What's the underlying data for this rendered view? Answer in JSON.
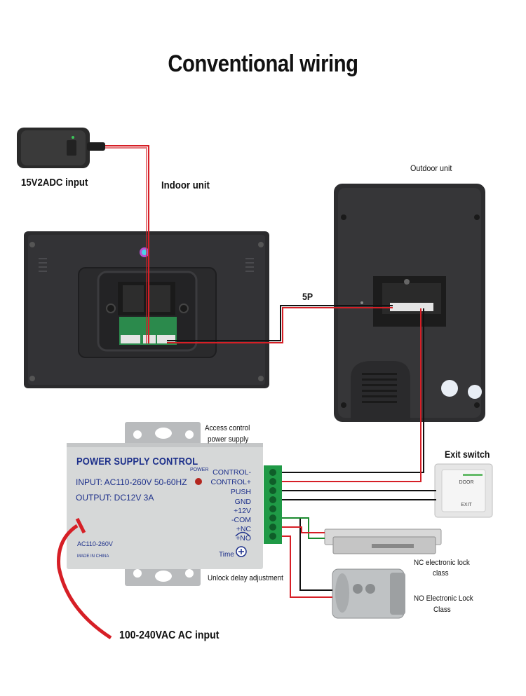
{
  "title": "Conventional wiring",
  "labels": {
    "adapter": "15V2ADC input",
    "indoor_unit": "Indoor unit",
    "outdoor_unit": "Outdoor unit",
    "cable_5p": "5P",
    "access_control_line1": "Access control",
    "access_control_line2": "power supply",
    "exit_switch": "Exit switch",
    "unlock_delay": "Unlock delay adjustment",
    "nc_lock_line1": "NC electronic lock",
    "nc_lock_line2": "class",
    "no_lock_line1": "NO Electronic Lock",
    "no_lock_line2": "Class",
    "ac_input": "100-240VAC AC input"
  },
  "psu": {
    "title": "POWER SUPPLY CONTROL",
    "input": "INPUT: AC110-260V 50-60HZ",
    "output": "OUTPUT: DC12V  3A",
    "power_led": "POWER",
    "ac_label": "AC110-260V",
    "made_in": "MADE IN CHINA",
    "time": "Time",
    "terminals": [
      "CONTROL-",
      "CONTROL+",
      "PUSH",
      "GND",
      "+12V",
      "-COM",
      "+NC",
      "+NO"
    ]
  },
  "exit_button": {
    "top": "DOOR",
    "bottom": "EXIT"
  },
  "colors": {
    "red_wire": "#d61f26",
    "black_wire": "#111111",
    "green_wire": "#1b8a2e",
    "psu_text": "#1c2f8a"
  }
}
